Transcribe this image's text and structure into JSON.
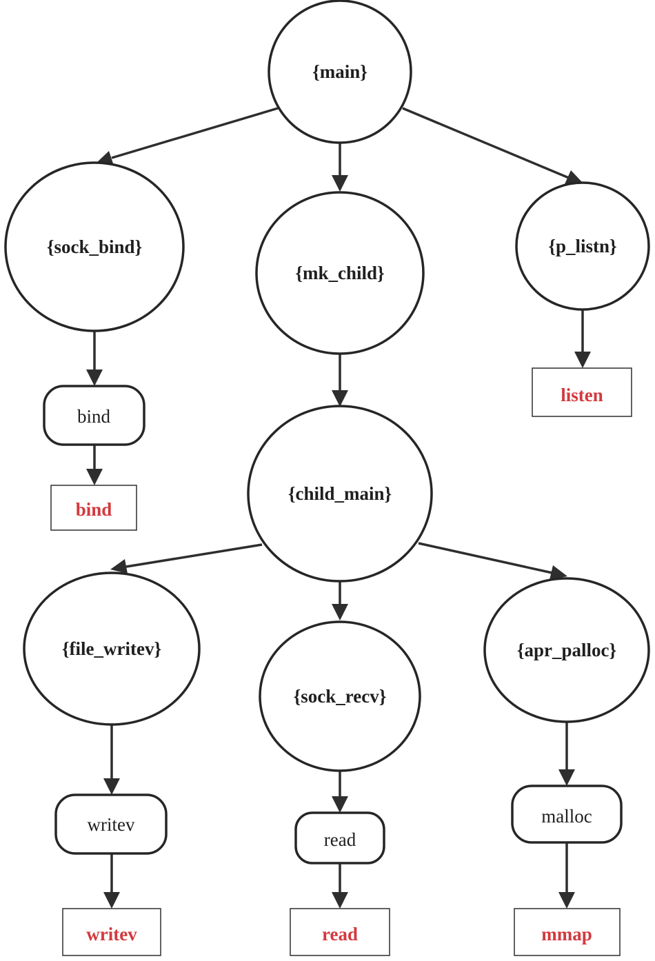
{
  "colors": {
    "stroke": "#262626",
    "syscall_text": "#d23a3f",
    "background": "#ffffff"
  },
  "nodes": [
    {
      "id": "main",
      "label": "{main}",
      "kind": "function"
    },
    {
      "id": "sock_bind",
      "label": "{sock_bind}",
      "kind": "function"
    },
    {
      "id": "mk_child",
      "label": "{mk_child}",
      "kind": "function"
    },
    {
      "id": "p_listn",
      "label": "{p_listn}",
      "kind": "function"
    },
    {
      "id": "bind_lib",
      "label": "bind",
      "kind": "library"
    },
    {
      "id": "bind_sys",
      "label": "bind",
      "kind": "syscall"
    },
    {
      "id": "listen_sys",
      "label": "listen",
      "kind": "syscall"
    },
    {
      "id": "child_main",
      "label": "{child_main}",
      "kind": "function"
    },
    {
      "id": "file_writev",
      "label": "{file_writev}",
      "kind": "function"
    },
    {
      "id": "sock_recv",
      "label": "{sock_recv}",
      "kind": "function"
    },
    {
      "id": "apr_palloc",
      "label": "{apr_palloc}",
      "kind": "function"
    },
    {
      "id": "writev_lib",
      "label": "writev",
      "kind": "library"
    },
    {
      "id": "read_lib",
      "label": "read",
      "kind": "library"
    },
    {
      "id": "malloc_lib",
      "label": "malloc",
      "kind": "library"
    },
    {
      "id": "writev_sys",
      "label": "writev",
      "kind": "syscall"
    },
    {
      "id": "read_sys",
      "label": "read",
      "kind": "syscall"
    },
    {
      "id": "mmap_sys",
      "label": "mmap",
      "kind": "syscall"
    }
  ],
  "edges": [
    {
      "from": "main",
      "to": "sock_bind"
    },
    {
      "from": "main",
      "to": "mk_child"
    },
    {
      "from": "main",
      "to": "p_listn"
    },
    {
      "from": "sock_bind",
      "to": "bind_lib"
    },
    {
      "from": "bind_lib",
      "to": "bind_sys"
    },
    {
      "from": "p_listn",
      "to": "listen_sys"
    },
    {
      "from": "mk_child",
      "to": "child_main"
    },
    {
      "from": "child_main",
      "to": "file_writev"
    },
    {
      "from": "child_main",
      "to": "sock_recv"
    },
    {
      "from": "child_main",
      "to": "apr_palloc"
    },
    {
      "from": "file_writev",
      "to": "writev_lib"
    },
    {
      "from": "writev_lib",
      "to": "writev_sys"
    },
    {
      "from": "sock_recv",
      "to": "read_lib"
    },
    {
      "from": "read_lib",
      "to": "read_sys"
    },
    {
      "from": "apr_palloc",
      "to": "malloc_lib"
    },
    {
      "from": "malloc_lib",
      "to": "mmap_sys"
    }
  ]
}
